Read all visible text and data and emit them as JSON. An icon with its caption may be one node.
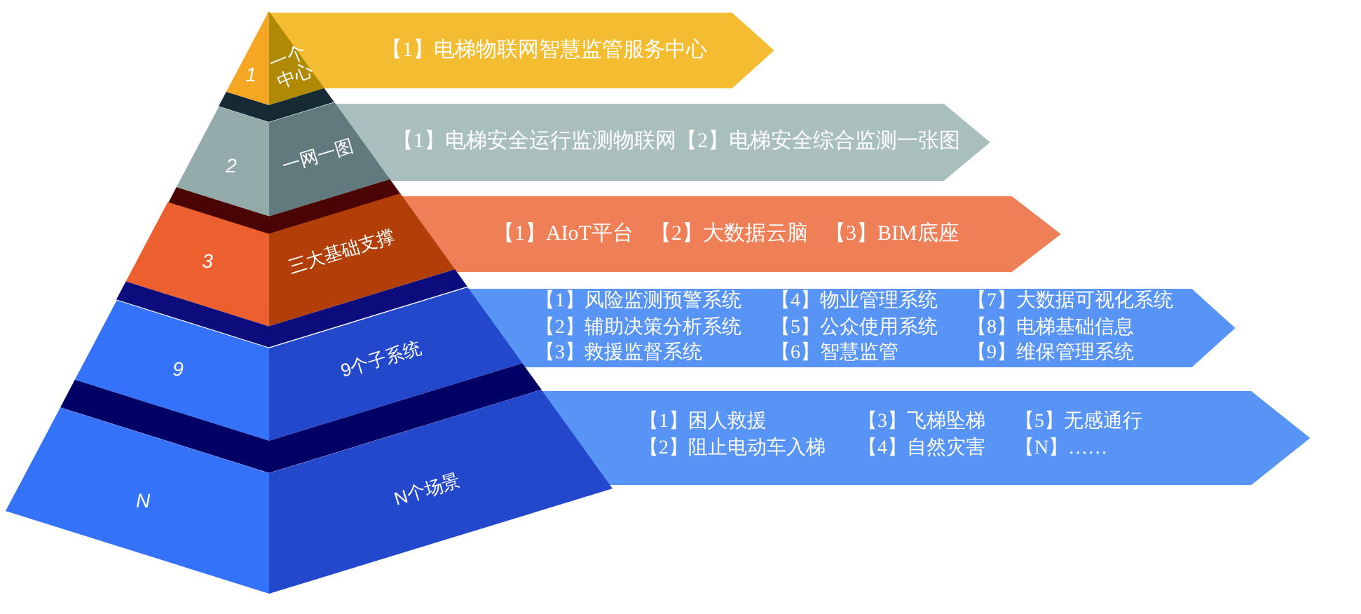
{
  "diagram": {
    "nodes": [
      {
        "text": [
          "1",
          "一个中心"
        ]
      },
      {
        "text": [
          "【1】电梯物联网智慧监管服务中心"
        ]
      },
      {
        "text": [
          "2",
          "一网一图"
        ]
      },
      {
        "text": [
          "【1】电梯安全运行监测物联网",
          "【2】电梯安全综合监测一张图"
        ]
      },
      {
        "text": [
          "3",
          "三大基础支撑"
        ]
      },
      {
        "text": [
          "【1】AIoT平台",
          "【2】大数据云脑",
          "【3】BIM底座"
        ]
      },
      {
        "text": [
          "9",
          "9个子系统"
        ]
      },
      {
        "text": [
          "【1】风险监测预警系统",
          "【2】辅助决策分析系统",
          "【3】救援监督系统",
          "【4】物业管理系统",
          "【5】公众使用系统",
          "【6】智慧监管",
          "【7】大数据可视化系统",
          "【8】电梯基础信息",
          "【9】维保管理系统"
        ]
      },
      {
        "text": [
          "N",
          "N个场景"
        ]
      },
      {
        "text": [
          "【1】困人救援",
          "【2】阻止电动车入梯",
          "【3】飞梯坠梯",
          "【4】自然灾害",
          "【5】无感通行",
          "【N】……"
        ]
      }
    ]
  }
}
